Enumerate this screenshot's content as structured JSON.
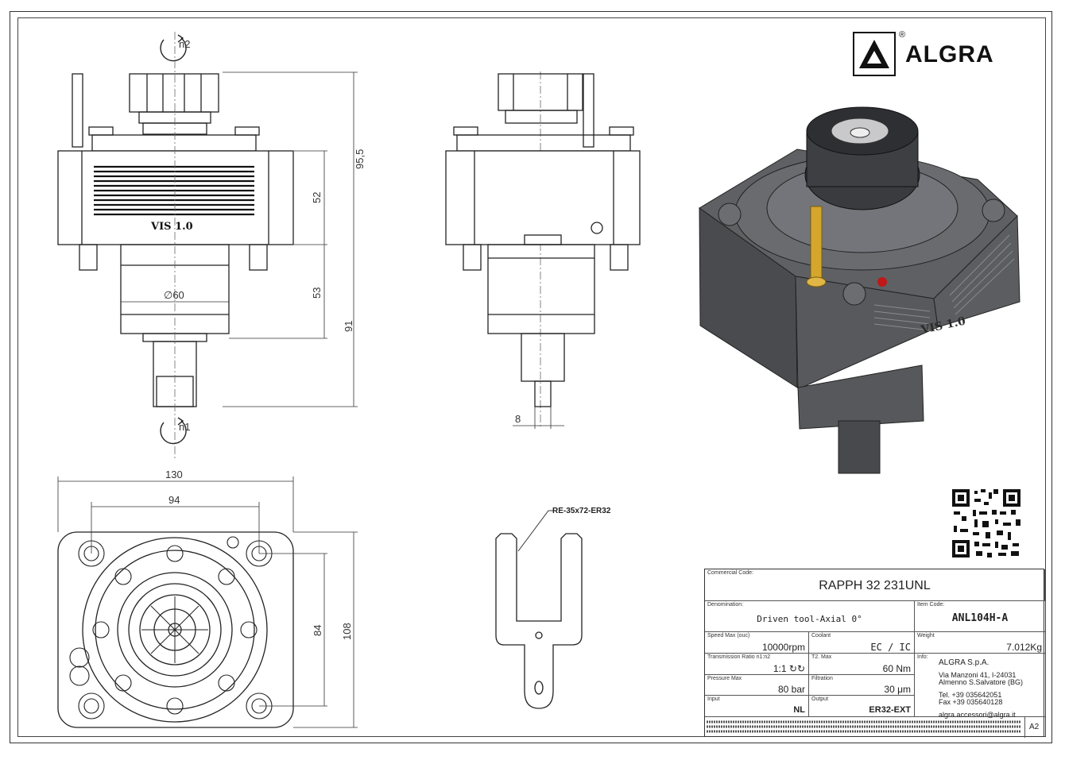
{
  "brand": {
    "name": "ALGRA",
    "registered": "®"
  },
  "drawing": {
    "dims": {
      "top_total_height": "95,5",
      "top_body_height": "52",
      "top_lower_height": "53",
      "top_bottom_total": "91",
      "top_diameter": "∅60",
      "side_shaft_width": "8",
      "front_width": "130",
      "front_hole_span": "94",
      "front_height": "108",
      "front_hole_vspan": "84"
    },
    "rotation": {
      "output": "n2",
      "input": "n1"
    },
    "body_label": "VIS 1.0",
    "key_label": "RE-35x72-ER32"
  },
  "title_block": {
    "commercial_code_caption": "Commercial Code:",
    "commercial_code": "RAPPH 32 231UNL",
    "denomination_caption": "Denomination:",
    "denomination": "Driven tool-Axial 0°",
    "item_code_caption": "Item Code:",
    "item_code": "ANL104H-A",
    "speed_caption": "Speed Max (ouc)",
    "speed": "10000rpm",
    "coolant_caption": "Coolant",
    "coolant": "EC / IC",
    "weight_caption": "Weight",
    "weight": "7.012Kg",
    "ratio_caption": "Transmission Ratio n1:n2",
    "ratio": "1:1 ↻↻",
    "torque_caption": "T2. Max",
    "torque": "60 Nm",
    "info_caption": "Info:",
    "pressure_caption": "Pressure Max",
    "pressure": "80 bar",
    "filtration_caption": "Filtration",
    "filtration": "30 μm",
    "input_caption": "Input",
    "input": "NL",
    "output_caption": "Output",
    "output": "ER32-EXT",
    "company": "ALGRA S.p.A.",
    "address1": "Via Manzoni 41, I-24031",
    "address2": "Almenno S.Salvatore (BG)",
    "tel": "Tel. +39 035642051",
    "fax": "Fax +39 035640128",
    "email": "algra.accessori@algra.it",
    "sheet_size": "A2"
  }
}
